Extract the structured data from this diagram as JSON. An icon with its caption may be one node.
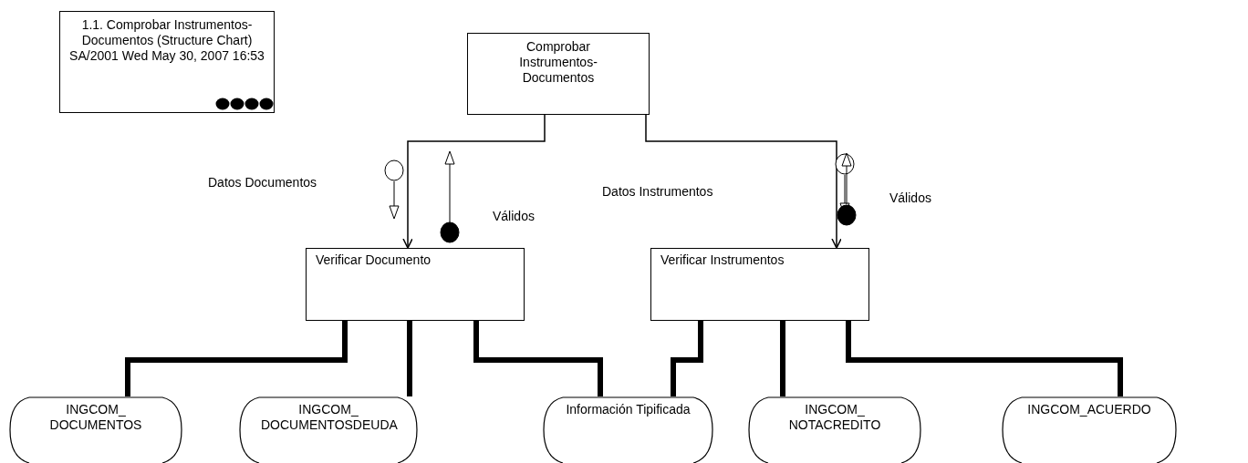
{
  "diagram": {
    "nodes": [
      {
        "text": [
          "1.1. Comprobar Instrumentos-Documentos (Structure Chart) SA/2001 Wed May 30, 2007 16:53"
        ]
      },
      {
        "text": [
          "Comprobar Instrumentos- Documentos"
        ]
      },
      {
        "text": [
          "Verificar Documento"
        ]
      },
      {
        "text": [
          "Verificar Instrumentos"
        ]
      },
      {
        "text": [
          "INGCOM_ DOCUMENTOS"
        ]
      },
      {
        "text": [
          "INGCOM_ DOCUMENTOSDEUDA"
        ]
      },
      {
        "text": [
          "Información Tipificada"
        ]
      },
      {
        "text": [
          "INGCOM_ NOTACREDITO"
        ]
      },
      {
        "text": [
          "INGCOM_ACUERDO"
        ]
      }
    ],
    "edges": [
      {
        "from": 1,
        "to": 2,
        "arrow": "to"
      },
      {
        "from": 1,
        "to": 3,
        "arrow": "to"
      },
      {
        "from": 2,
        "to": 4,
        "arrow": "none"
      },
      {
        "from": 2,
        "to": 5,
        "arrow": "none"
      },
      {
        "from": 2,
        "to": 6,
        "arrow": "none"
      },
      {
        "from": 3,
        "to": 6,
        "arrow": "none"
      },
      {
        "from": 3,
        "to": 7,
        "arrow": "none"
      },
      {
        "from": 3,
        "to": 8,
        "arrow": "none"
      }
    ],
    "labels": [
      "Datos Documentos",
      "Válidos",
      "Datos Instrumentos",
      "Válidos"
    ]
  }
}
